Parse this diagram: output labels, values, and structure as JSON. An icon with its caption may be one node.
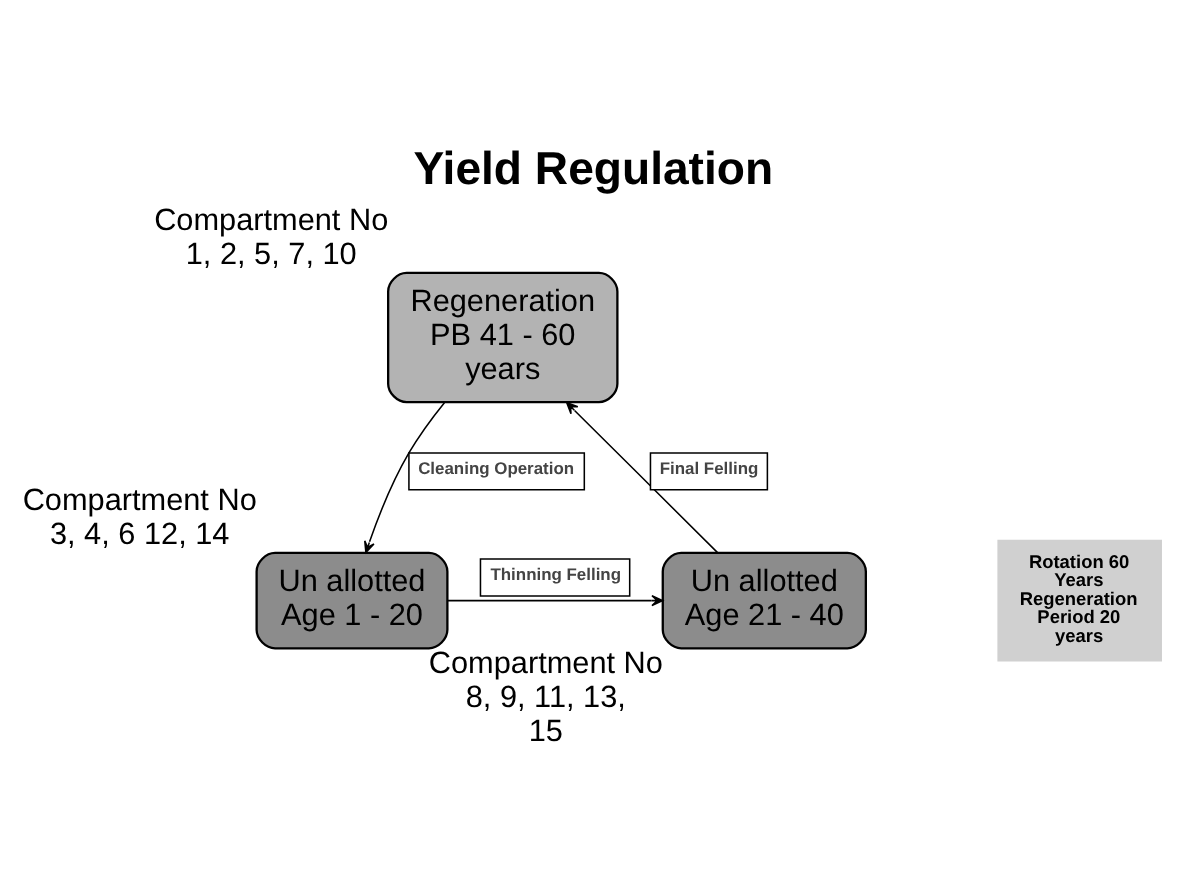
{
  "diagram": {
    "title": "Yield Regulation",
    "nodes": [
      {
        "text": [
          "Regeneration",
          "PB 41 - 60 years"
        ],
        "beside": [
          "Compartment No 1, 2, 5, 7, 10"
        ]
      },
      {
        "text": [
          "Un allotted",
          "Age 1 - 20"
        ],
        "beside": [
          "Compartment No 3, 4, 6 12, 14"
        ]
      },
      {
        "text": [
          "Un allotted",
          "Age 21 - 40"
        ],
        "beside": [
          "Compartment No 8, 9, 11, 13, 15"
        ]
      },
      {
        "text": [
          "Rotation 60 Years Regeneration Period 20 years"
        ]
      }
    ],
    "edges": [
      {
        "from": 0,
        "to": 1,
        "arrow": "to",
        "label": "Cleaning Operation"
      },
      {
        "from": 1,
        "to": 2,
        "arrow": "to",
        "label": "Thinning Felling"
      },
      {
        "from": 2,
        "to": 0,
        "arrow": "to",
        "label": "Final Felling"
      }
    ]
  }
}
